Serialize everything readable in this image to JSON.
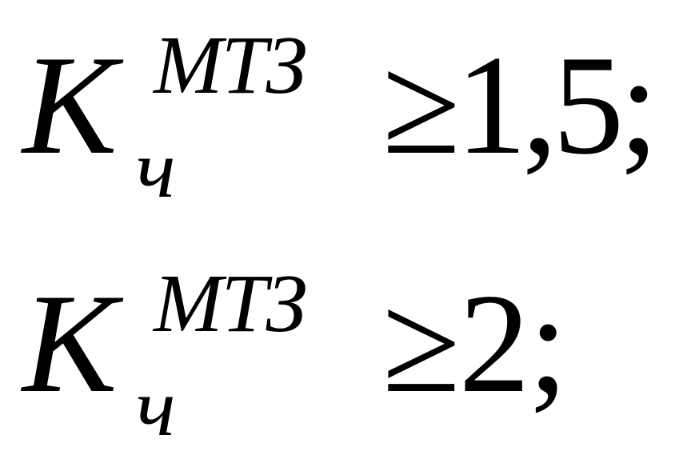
{
  "formulas": [
    {
      "variable": "K",
      "superscript": "МТЗ",
      "subscript": "ч",
      "relation": "≥1,5;"
    },
    {
      "variable": "K",
      "superscript": "МТЗ",
      "subscript": "ч",
      "relation": "≥2;"
    }
  ]
}
